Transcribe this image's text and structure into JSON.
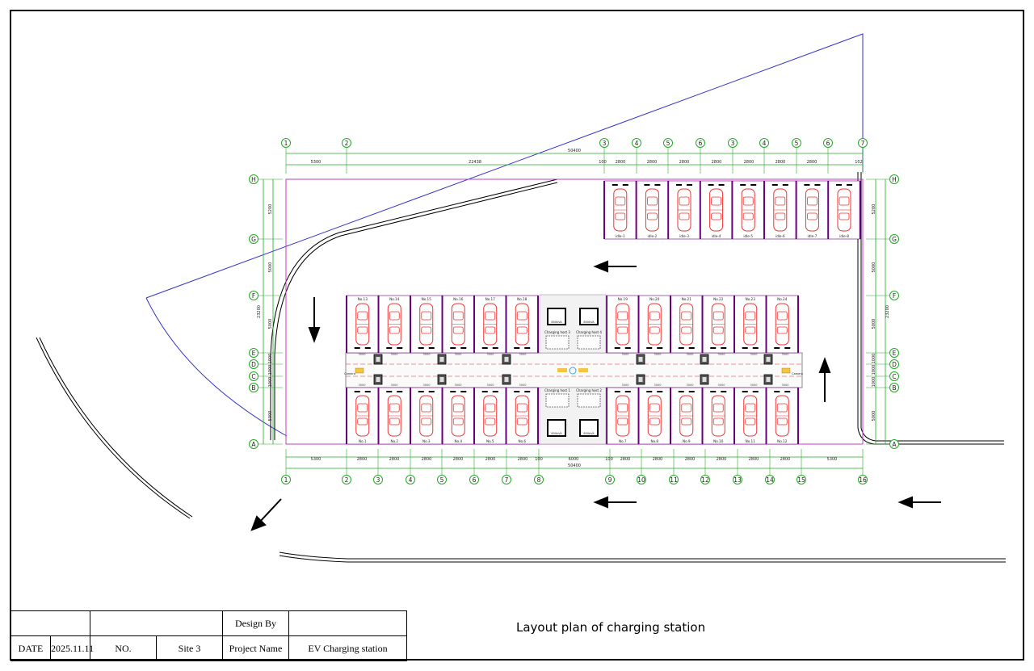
{
  "plan": {
    "caption": "Layout plan of charging station",
    "total_dim": "50400",
    "top_dims": [
      "5300",
      "22438",
      "100",
      "2800",
      "2800",
      "2800",
      "2800",
      "2800",
      "2800",
      "2800",
      "102"
    ],
    "bottom_dims": [
      "5300",
      "2800",
      "2800",
      "2800",
      "2800",
      "2800",
      "2800",
      "100",
      "6000",
      "100",
      "2800",
      "2800",
      "2800",
      "2800",
      "2800",
      "2800",
      "5300"
    ],
    "left_dims": [
      "5200",
      "5000",
      "5000",
      "1000",
      "1000",
      "1000",
      "5000"
    ],
    "left_total": "23200",
    "top_grid_labels": [
      "1",
      "2",
      "3",
      "4",
      "5",
      "6",
      "3",
      "4",
      "5",
      "6",
      "7"
    ],
    "bottom_grid_labels": [
      "1",
      "2",
      "3",
      "4",
      "5",
      "6",
      "7",
      "8",
      "9",
      "10",
      "11",
      "12",
      "13",
      "14",
      "15",
      "16"
    ],
    "row_labels": [
      "H",
      "G",
      "F",
      "E",
      "D",
      "C",
      "B",
      "A"
    ],
    "idle_spots": [
      "idle-1",
      "idle-2",
      "idle-3",
      "idle-4",
      "idle-5",
      "idle-6",
      "idle-7",
      "idle-8"
    ],
    "mid_top_spots": [
      "No.13",
      "No.14",
      "No.15",
      "No.16",
      "No.17",
      "No.18",
      "No.19",
      "No.20",
      "No.21",
      "No.22",
      "No.23",
      "No.24"
    ],
    "mid_bottom_spots": [
      "No.1",
      "No.2",
      "No.3",
      "No.4",
      "No.5",
      "No.6",
      "No.7",
      "No.8",
      "No.9",
      "No.10",
      "No.11",
      "No.12"
    ],
    "charging_host_labels": [
      "Charging host 3",
      "Charging host 4",
      "Charging host 1",
      "Charging host 2"
    ],
    "camera_label": "Camera",
    "transformer_label": "800kVA",
    "pile_label": "3000"
  },
  "title_block": {
    "date_label": "DATE",
    "date_value": "2025.11.11",
    "no_label": "NO.",
    "no_value": "Site 3",
    "design_by_label": "Design By",
    "project_name_label": "Project Name",
    "project_name_value": "EV Charging station"
  },
  "colors": {
    "grid": "#22aa22",
    "boundary": "#c040c0",
    "site_line": "#3333cc",
    "car": "#ee3333",
    "stall": "#6a0080"
  }
}
